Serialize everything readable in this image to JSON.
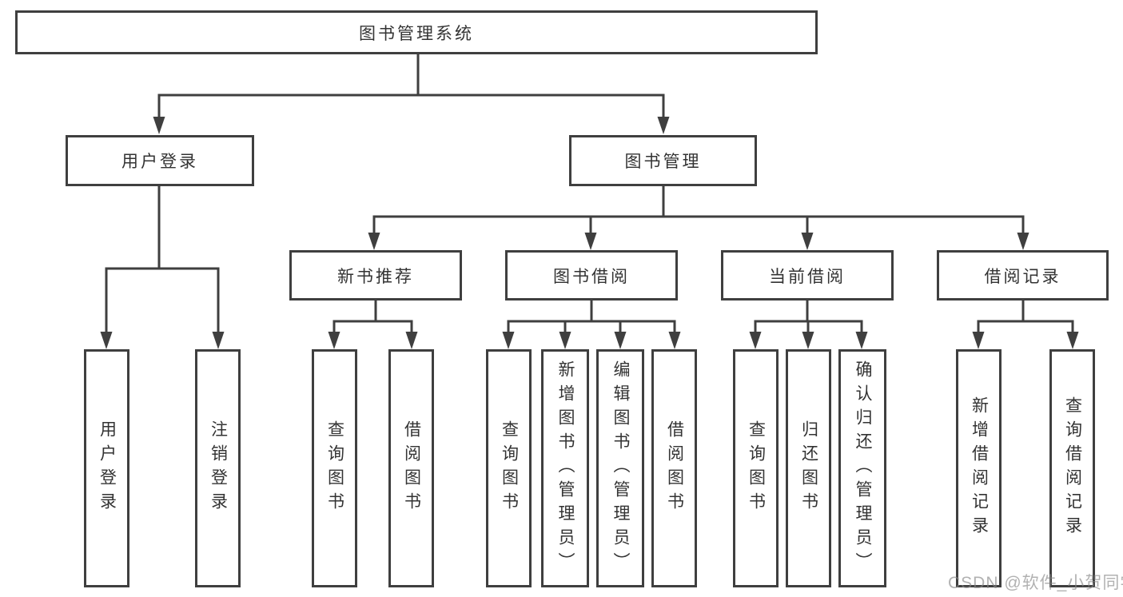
{
  "diagram": {
    "root": {
      "label": "图书管理系统"
    },
    "level2": {
      "user_login": {
        "label": "用户登录"
      },
      "book_management": {
        "label": "图书管理"
      }
    },
    "level3": {
      "new_books": {
        "label": "新书推荐"
      },
      "book_borrow": {
        "label": "图书借阅"
      },
      "current_borrow": {
        "label": "当前借阅"
      },
      "borrow_records": {
        "label": "借阅记录"
      }
    },
    "leaves": {
      "user_login": [
        {
          "label": "用户登录"
        },
        {
          "label": "注销登录"
        }
      ],
      "new_books": [
        {
          "label": "查询图书"
        },
        {
          "label": "借阅图书"
        }
      ],
      "book_borrow": [
        {
          "label": "查询图书"
        },
        {
          "label": "新增图书（管理员）"
        },
        {
          "label": "编辑图书（管理员）"
        },
        {
          "label": "借阅图书"
        }
      ],
      "current_borrow": [
        {
          "label": "查询图书"
        },
        {
          "label": "归还图书"
        },
        {
          "label": "确认归还（管理员）"
        }
      ],
      "borrow_records": [
        {
          "label": "新增借阅记录"
        },
        {
          "label": "查询借阅记录"
        }
      ]
    }
  },
  "watermark": {
    "text": "CSDN @软件_小贺同学"
  },
  "colors": {
    "line": "#3f3f3f",
    "text": "#333333",
    "box_background": "#ffffff",
    "page_background": "#ffffff",
    "watermark": "#b4b4b4"
  }
}
